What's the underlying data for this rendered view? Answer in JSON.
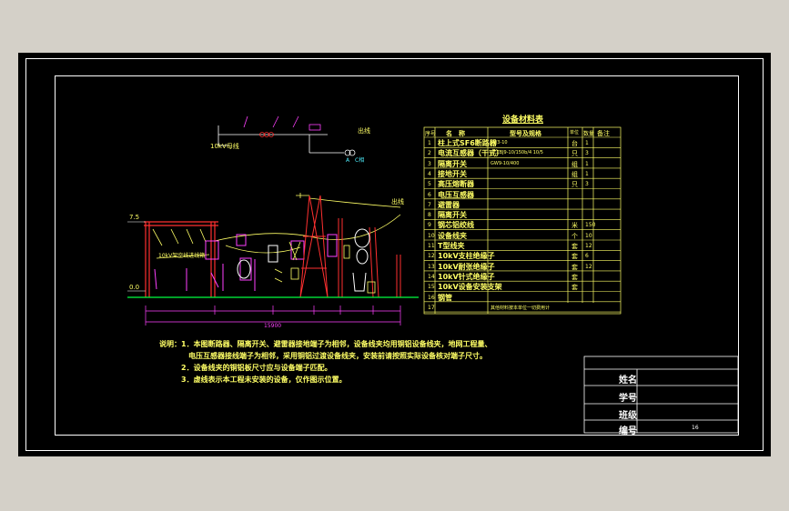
{
  "table": {
    "title": "设备材料表",
    "headers": [
      "序号",
      "名　称",
      "型号及规格",
      "单位",
      "数量",
      "备注"
    ],
    "rows": [
      {
        "no": "1",
        "name": "柱上式SF6断路器",
        "spec": "LW3-10",
        "unit": "台",
        "qty": "1"
      },
      {
        "no": "2",
        "name": "电流互感器（干式）",
        "spec": "LZZBJ9-10/150b/4 10/5",
        "unit": "只",
        "qty": "3"
      },
      {
        "no": "3",
        "name": "隔离开关",
        "spec": "GW9-10/400",
        "unit": "组",
        "qty": "1"
      },
      {
        "no": "4",
        "name": "接地开关",
        "spec": "",
        "unit": "组",
        "qty": "1"
      },
      {
        "no": "5",
        "name": "高压熔断器",
        "spec": "",
        "unit": "只",
        "qty": "3"
      },
      {
        "no": "6",
        "name": "电压互感器",
        "spec": "",
        "unit": "",
        "qty": ""
      },
      {
        "no": "7",
        "name": "避雷器",
        "spec": "",
        "unit": "",
        "qty": ""
      },
      {
        "no": "8",
        "name": "隔离开关",
        "spec": "",
        "unit": "",
        "qty": ""
      },
      {
        "no": "9",
        "name": "钢芯铝绞线",
        "spec": "",
        "unit": "米",
        "qty": "150"
      },
      {
        "no": "10",
        "name": "设备线夹",
        "spec": "",
        "unit": "个",
        "qty": "10"
      },
      {
        "no": "11",
        "name": "T型线夹",
        "spec": "",
        "unit": "套",
        "qty": "12"
      },
      {
        "no": "12",
        "name": "10kV支柱绝缘子",
        "spec": "",
        "unit": "套",
        "qty": "6"
      },
      {
        "no": "13",
        "name": "10kV耐张绝缘子",
        "spec": "",
        "unit": "套",
        "qty": "12"
      },
      {
        "no": "14",
        "name": "10kV针式绝缘子",
        "spec": "",
        "unit": "套",
        "qty": ""
      },
      {
        "no": "15",
        "name": "10kV设备安装支架",
        "spec": "",
        "unit": "套",
        "qty": ""
      },
      {
        "no": "16",
        "name": "钢管",
        "spec": "",
        "unit": "",
        "qty": ""
      },
      {
        "no": "17",
        "name": "",
        "spec": "其他材料按本单位一切费用计",
        "unit": "",
        "qty": ""
      }
    ]
  },
  "notes": [
    "说明：1．本图断路器、隔离开关、避雷器接地端子为相邻，设备线夹均用铜铝设备线夹，地网工程量、",
    "　　　　电压互感器接线端子为相邻，采用铜铝过渡设备线夹，安装前请按照实际设备核对端子尺寸。",
    "　　　2．设备线夹的铜铝板尺寸应与设备端子匹配。",
    "　　　3．虚线表示本工程未安装的设备，仅作图示位置。"
  ],
  "titleblock": {
    "name_label": "姓名",
    "id_label": "学号",
    "class_label": "班级",
    "number_label": "编号",
    "number_value": "16"
  },
  "diagram": {
    "bus_label": "10kV母线",
    "outgoing_label": "出线",
    "ct_label": "A",
    "ct_label2": "C相",
    "elev_left": "7.5",
    "elev_ground": "0.0",
    "frame_label": "10kV架空线进线箱",
    "dim_total": "15900"
  },
  "colors": {
    "background": "#000000",
    "frame": "#ffffff",
    "text": "#ffff66",
    "accent_magenta": "#ff40ff",
    "accent_red": "#ff3030",
    "accent_cyan": "#4ff0ff",
    "ground": "#00ff40"
  }
}
